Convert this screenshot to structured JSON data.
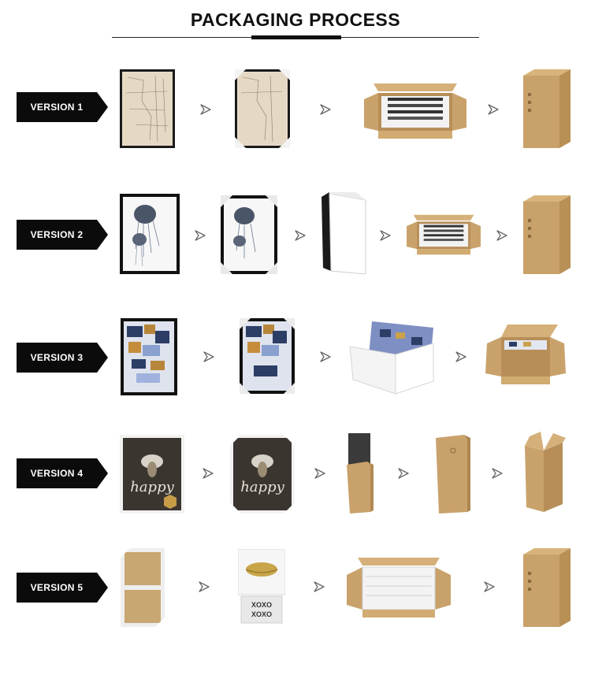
{
  "header": {
    "title": "PACKAGING PROCESS"
  },
  "versions": [
    {
      "label": "VERSION 1",
      "steps": [
        "framed-map-print",
        "framed-print-with-corner-protectors",
        "open-box-with-prints",
        "sealed-carton"
      ]
    },
    {
      "label": "VERSION 2",
      "steps": [
        "framed-jellyfish-print",
        "framed-print-with-corner-protectors",
        "foam-board-wrap",
        "open-box-with-prints",
        "sealed-carton"
      ]
    },
    {
      "label": "VERSION 3",
      "steps": [
        "framed-abstract-print",
        "framed-print-with-corner-protectors",
        "display-box-with-prints",
        "open-box-with-prints"
      ]
    },
    {
      "label": "VERSION 4",
      "steps": [
        "framed-bee-happy-print",
        "framed-print-with-corner-protectors",
        "print-in-carton-sleeve",
        "closed-carton-sleeve",
        "open-outer-carton"
      ]
    },
    {
      "label": "VERSION 5",
      "steps": [
        "canvas-backs-with-corner-protectors",
        "canvas-prints-lips-xoxo",
        "open-box-with-canvases",
        "sealed-carton"
      ]
    }
  ],
  "colors": {
    "tag": "#0b0b0b",
    "cardboard": "#c9a26b",
    "frame": "#111111"
  }
}
